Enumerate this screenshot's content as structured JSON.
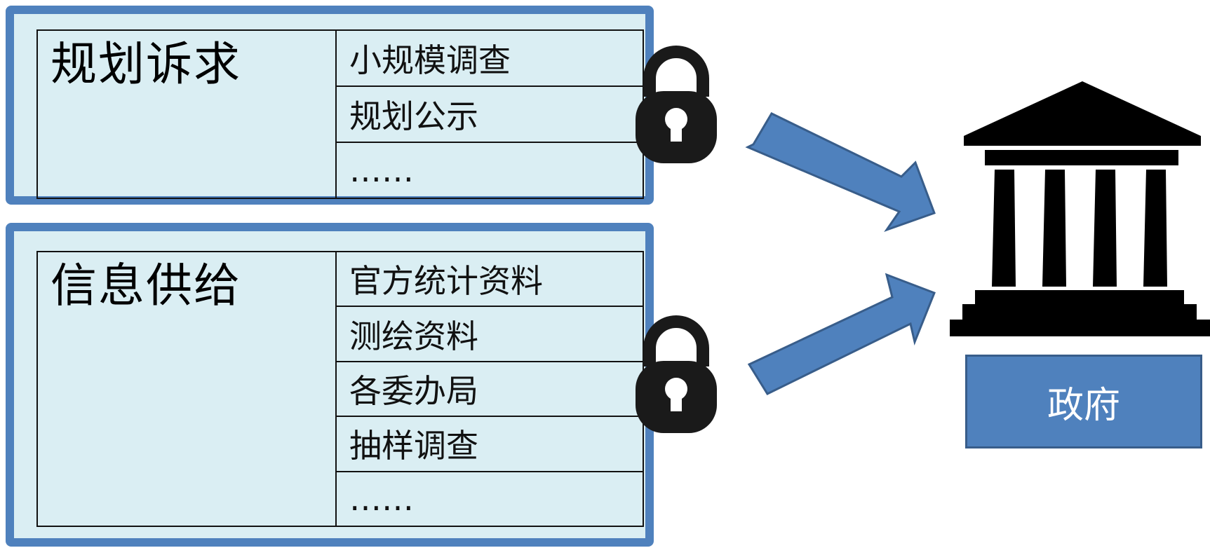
{
  "colors": {
    "panel_border": "#4f81bd",
    "panel_fill": "#daeef3",
    "arrow": "#4f81bd",
    "gov_box": "#4f81bd",
    "icon": "#111111"
  },
  "panels": {
    "top": {
      "title": "规划诉求",
      "items": [
        "小规模调查",
        "规划公示",
        "……"
      ]
    },
    "bottom": {
      "title": "信息供给",
      "items": [
        "官方统计资料",
        "测绘资料",
        "各委办局",
        "抽样调查",
        "……"
      ]
    }
  },
  "icons": {
    "lock": "padlock-icon",
    "building": "government-building-icon",
    "arrow": "arrow-right-icon"
  },
  "government": {
    "label": "政府"
  }
}
